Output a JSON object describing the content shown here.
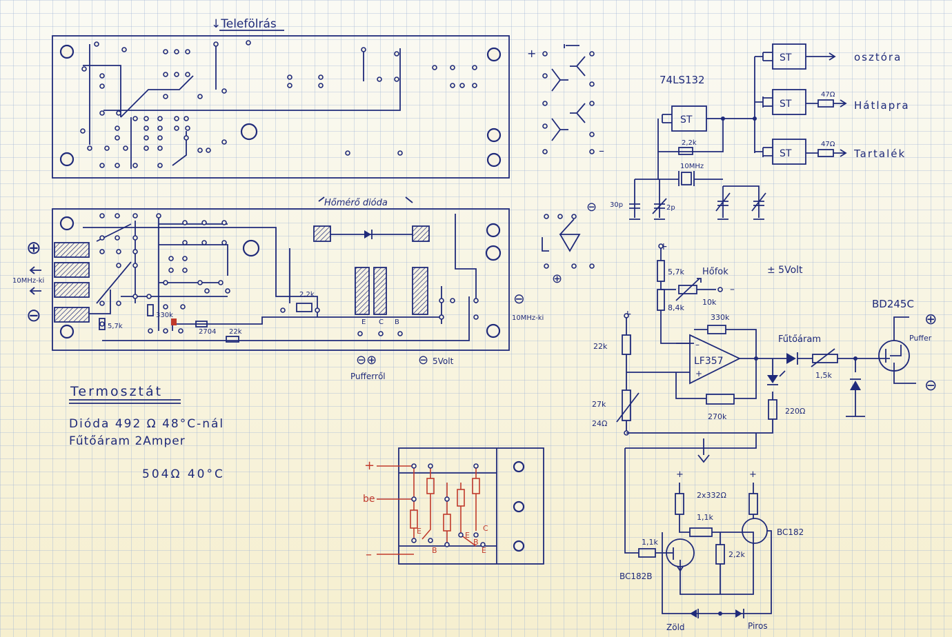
{
  "colors": {
    "paper": "#f7f3e3",
    "grid": "#9fb4d6",
    "ink": "#1f2a7a",
    "red_ink": "#c0392b"
  },
  "board_top": {
    "title": "↓Telefölrás"
  },
  "board_bottom": {
    "header": "Hőmérő dióda",
    "left_terminals": [
      "⊕",
      "⊖"
    ],
    "left_label": "10MHz-ki",
    "right_label": "10MHz-ki",
    "components": [
      "5,7k",
      "330k",
      "2704",
      "22k",
      "2,2k",
      "E",
      "C",
      "B"
    ],
    "bottom_labels": {
      "puffer": "Pufferről",
      "volt": "5Volt"
    }
  },
  "notes": {
    "title": "Termosztát",
    "line1": "Dióda 492 Ω 48°C-nál",
    "line2": "Fűtőáram 2Amper",
    "line3": "504Ω 40°C"
  },
  "oscillator": {
    "ic": "74LS132",
    "st": "ST",
    "r_fb": "2,2k",
    "xtal": "10MHz",
    "c1": "30p",
    "c2": "2p",
    "outputs": [
      {
        "r": "",
        "label": "osztóra"
      },
      {
        "r": "47Ω",
        "label": "Hátlapra"
      },
      {
        "r": "47Ω",
        "label": "Tartalék"
      }
    ]
  },
  "thermo_amp": {
    "r1": "5,7k",
    "sensor": "Hőfok",
    "pot": "10k",
    "r2": "8,4k",
    "r_fb": "330k",
    "r3": "22k",
    "r4": "27k",
    "r4b": "24Ω",
    "opamp": "LF357",
    "r5": "270k",
    "heater": "Fűtőáram",
    "heater_r": "1,5k",
    "r6": "220Ω",
    "transistor": "BD245C",
    "puffer": "Puffer",
    "supply": "± 5Volt"
  },
  "indicator": {
    "r_top": "2x332Ω",
    "r1": "1,1k",
    "r2": "1,1k",
    "r3": "2,2k",
    "q1": "BC182B",
    "q2": "BC182",
    "led1": "Zöld",
    "led2": "Piros"
  },
  "red_board": {
    "plus": "+",
    "in": "be",
    "minus": "–",
    "pins": [
      "E",
      "B",
      "E",
      "C",
      "B",
      "E"
    ]
  }
}
